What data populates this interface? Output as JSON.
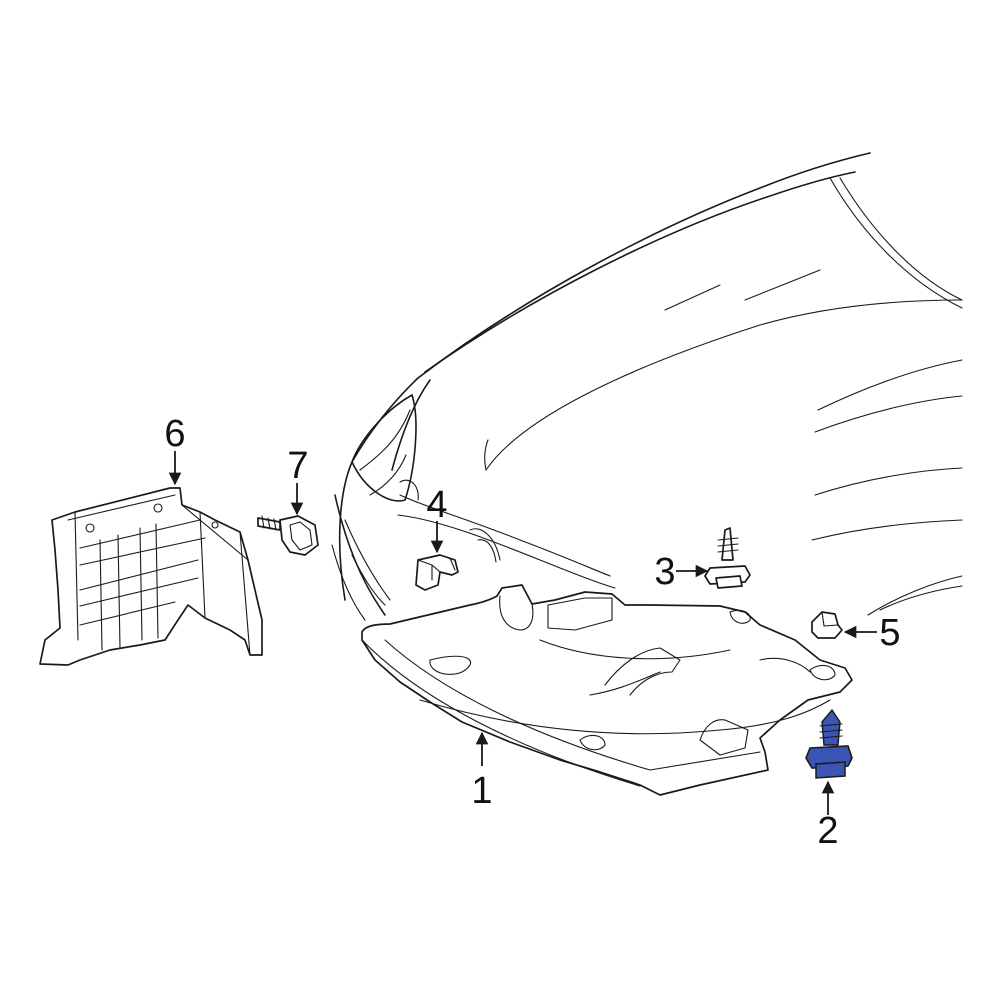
{
  "callouts": [
    {
      "id": "1",
      "label": "1"
    },
    {
      "id": "2",
      "label": "2"
    },
    {
      "id": "3",
      "label": "3"
    },
    {
      "id": "4",
      "label": "4"
    },
    {
      "id": "5",
      "label": "5"
    },
    {
      "id": "6",
      "label": "6"
    },
    {
      "id": "7",
      "label": "7"
    }
  ],
  "colors": {
    "highlight": "#3a55b4",
    "line": "#1a1a1a",
    "background": "#ffffff"
  }
}
